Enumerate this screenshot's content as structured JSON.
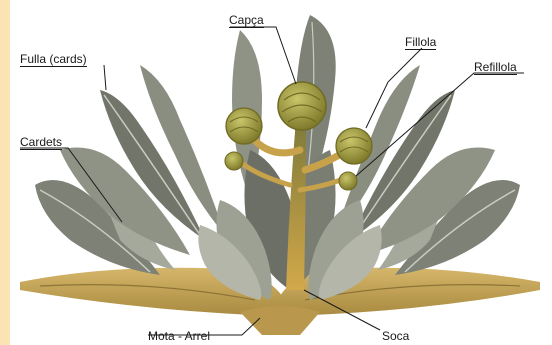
{
  "labels": {
    "fulla": "Fulla (cards)",
    "cardets": "Cardets",
    "capca": "Capça",
    "fillola": "Fillola",
    "refillola": "Refillola",
    "mota": "Mota - Arrel",
    "soca": "Soca"
  },
  "colors": {
    "accent": "#FBE3B3",
    "leaf_dark": "#6C6F66",
    "leaf_mid": "#8F9386",
    "leaf_light": "#B8BBAE",
    "stem": "#C8A24A",
    "head": "#9C9A3A",
    "head_dark": "#6F6B24",
    "base": "#C7A75A",
    "line": "#1a1a1a"
  }
}
